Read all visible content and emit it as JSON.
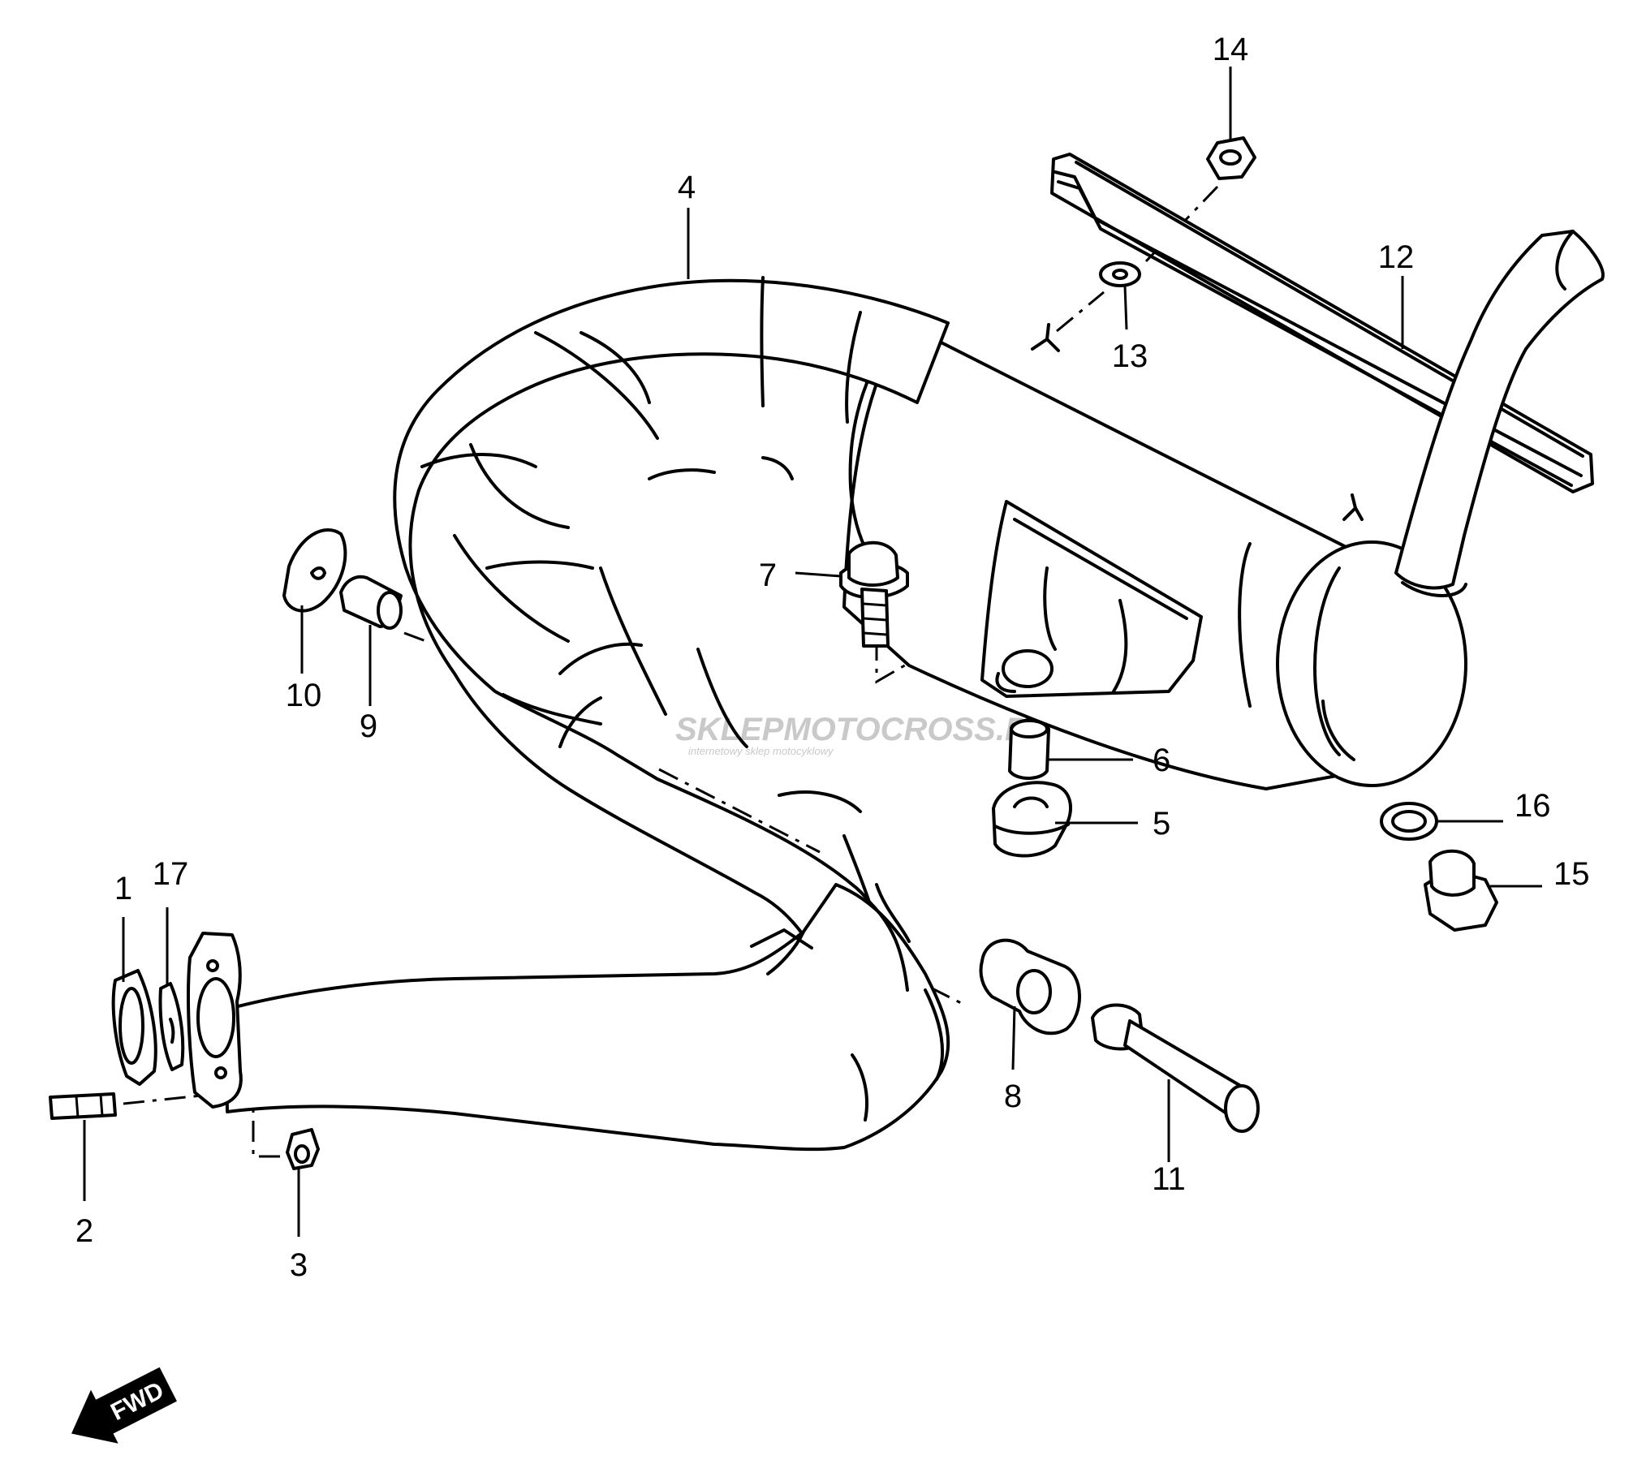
{
  "callouts": [
    {
      "id": "1",
      "label": "1"
    },
    {
      "id": "2",
      "label": "2"
    },
    {
      "id": "3",
      "label": "3"
    },
    {
      "id": "4",
      "label": "4"
    },
    {
      "id": "5",
      "label": "5"
    },
    {
      "id": "6",
      "label": "6"
    },
    {
      "id": "7",
      "label": "7"
    },
    {
      "id": "8",
      "label": "8"
    },
    {
      "id": "9",
      "label": "9"
    },
    {
      "id": "10",
      "label": "10"
    },
    {
      "id": "11",
      "label": "11"
    },
    {
      "id": "12",
      "label": "12"
    },
    {
      "id": "13",
      "label": "13"
    },
    {
      "id": "14",
      "label": "14"
    },
    {
      "id": "15",
      "label": "15"
    },
    {
      "id": "16",
      "label": "16"
    },
    {
      "id": "17",
      "label": "17"
    }
  ],
  "direction_marker": {
    "label": "FWD",
    "icon": "forward-arrow-icon"
  },
  "watermark": {
    "brand": "SKLEPMOTOCROSS.PL",
    "tagline": "internetowy sklep motocyklowy"
  }
}
